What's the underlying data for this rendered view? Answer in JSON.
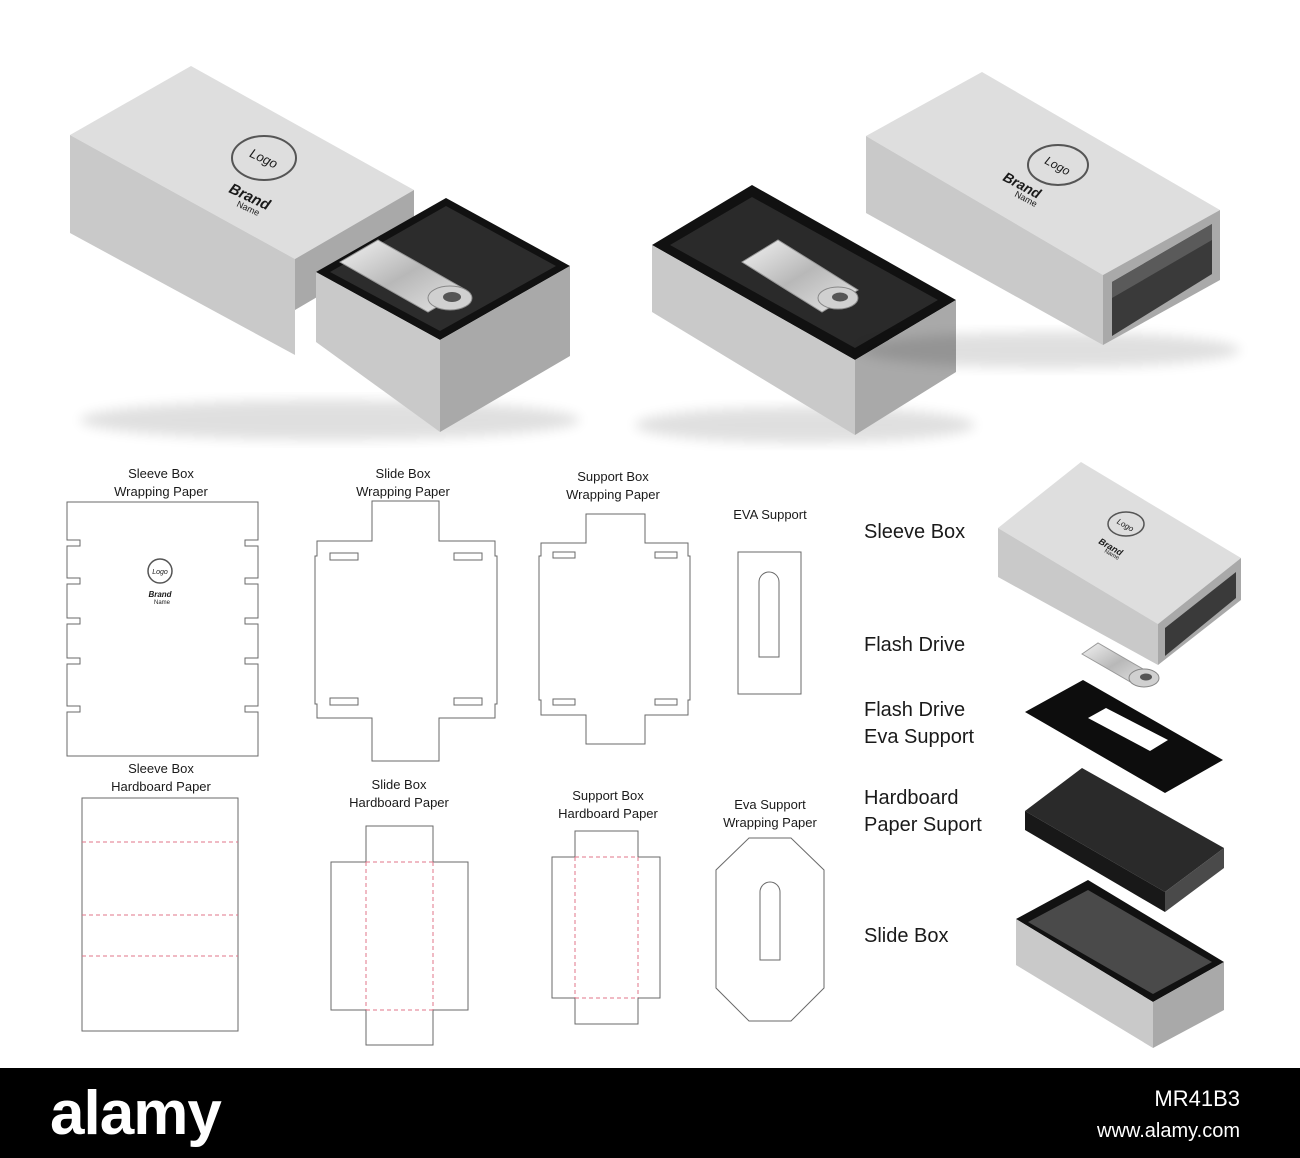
{
  "mockups": {
    "brand_logo": "Logo",
    "brand_name": "Brand",
    "brand_sub": "Name"
  },
  "dielines": {
    "sleeve_wrap": [
      "Sleeve Box",
      "Wrapping Paper"
    ],
    "slide_wrap": [
      "Slide Box",
      "Wrapping Paper"
    ],
    "support_wrap": [
      "Support Box",
      "Wrapping Paper"
    ],
    "eva_support": [
      "EVA Support"
    ],
    "sleeve_hard": [
      "Sleeve Box",
      "Hardboard Paper"
    ],
    "slide_hard": [
      "Slide Box",
      "Hardboard Paper"
    ],
    "support_hard": [
      "Support Box",
      "Hardboard Paper"
    ],
    "eva_wrap": [
      "Eva Support",
      "Wrapping Paper"
    ]
  },
  "exploded": {
    "sleeve_box": [
      "Sleeve Box"
    ],
    "flash_drive": [
      "Flash Drive"
    ],
    "eva_support": [
      "Flash Drive",
      "Eva Support"
    ],
    "hardboard": [
      "Hardboard",
      "Paper Suport"
    ],
    "slide_box": [
      "Slide Box"
    ]
  },
  "footer": {
    "brand": "alamy",
    "image_id": "MR41B3",
    "url": "www.alamy.com"
  },
  "colors": {
    "card_top": "#dedede",
    "card_side": "#c9c9c9",
    "card_end": "#a9a9a9",
    "tray_inner": "#111111",
    "fold_line": "#e0748a",
    "cut_line": "#6a6a6a"
  }
}
